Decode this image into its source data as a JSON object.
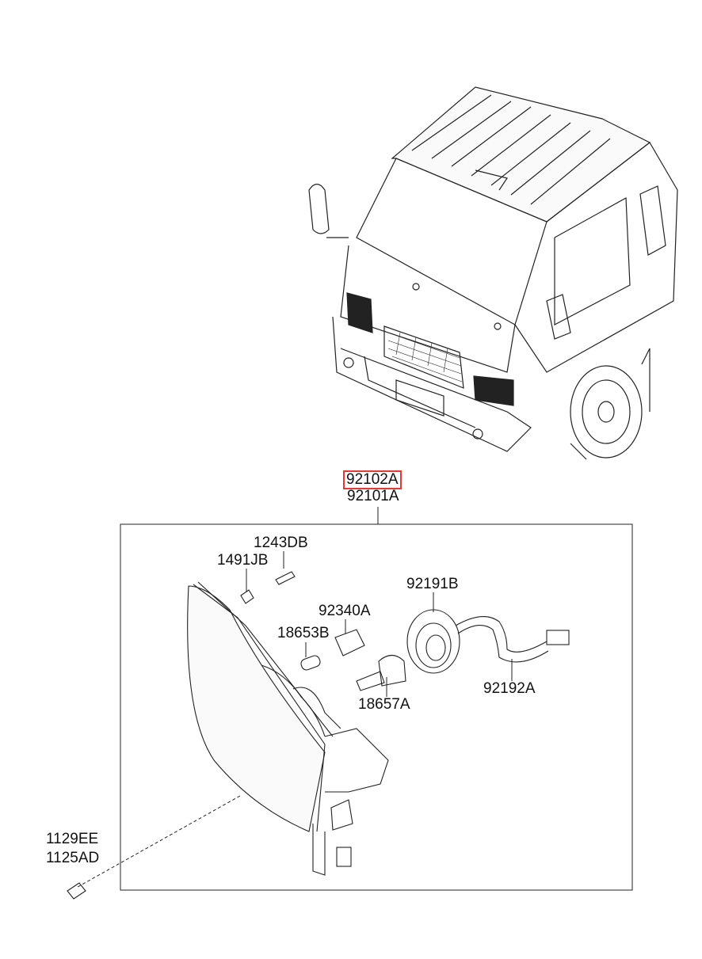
{
  "diagram": {
    "assembly": {
      "highlighted_part": "92102A",
      "part": "92101A"
    },
    "parts": {
      "screw": "1243DB",
      "nut": "1491JB",
      "socket": "92340A",
      "bulb_small": "18653B",
      "bulb_halogen": "18657A",
      "cap": "92191B",
      "harness": "92192A",
      "bolt_a": "1129EE",
      "bolt_b": "1125AD"
    },
    "colors": {
      "highlight": "#e53935",
      "line": "#222222"
    }
  }
}
